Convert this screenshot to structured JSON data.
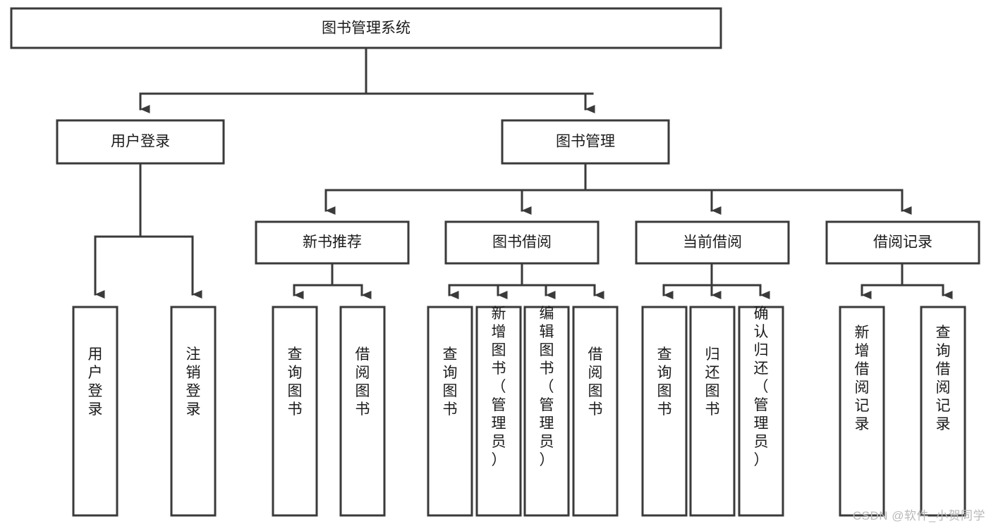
{
  "diagram": {
    "type": "tree",
    "title": "图书管理系统",
    "watermark": "CSDN @软件_小贺同学",
    "colors": {
      "stroke": "#3a3a3a",
      "fill": "#ffffff",
      "text": "#1b1b1b",
      "watermark": "#b9b9b9"
    },
    "levels": {
      "root": {
        "label": "图书管理系统"
      },
      "level2": [
        {
          "label": "用户登录"
        },
        {
          "label": "图书管理"
        }
      ],
      "level3": [
        {
          "label": "新书推荐"
        },
        {
          "label": "图书借阅"
        },
        {
          "label": "当前借阅"
        },
        {
          "label": "借阅记录"
        }
      ],
      "leaves_user_login": [
        {
          "label": "用户登录"
        },
        {
          "label": "注销登录"
        }
      ],
      "leaves_new_book": [
        {
          "label": "查询图书"
        },
        {
          "label": "借阅图书"
        }
      ],
      "leaves_borrow": [
        {
          "label": "查询图书"
        },
        {
          "label": "新增图书（管理员）"
        },
        {
          "label": "编辑图书（管理员）"
        },
        {
          "label": "借阅图书"
        }
      ],
      "leaves_current": [
        {
          "label": "查询图书"
        },
        {
          "label": "归还图书"
        },
        {
          "label": "确认归还（管理员）"
        }
      ],
      "leaves_record": [
        {
          "label": "新增借阅记录"
        },
        {
          "label": "查询借阅记录"
        }
      ]
    }
  }
}
